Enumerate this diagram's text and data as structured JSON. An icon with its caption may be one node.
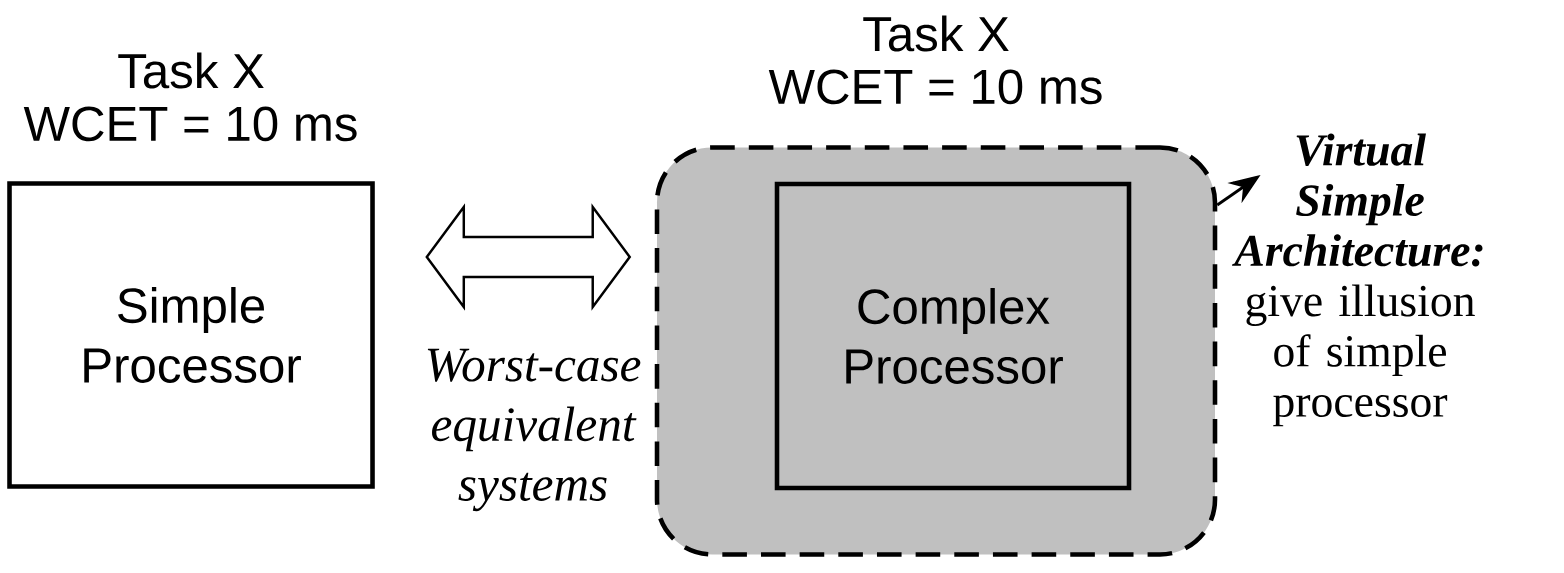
{
  "diagram": {
    "nodes": [
      {
        "text": [
          "Task X",
          "WCET = 10 ms",
          "Simple Processor"
        ]
      },
      {
        "text": [
          "Task X",
          "WCET = 10 ms"
        ]
      },
      {
        "text": [
          "Complex Processor"
        ],
        "in": 1
      },
      {
        "text": [
          "**Virtual Simple Architecture:** give illusion of simple processor"
        ]
      }
    ],
    "edges": [
      {
        "from": 0,
        "to": 1,
        "arrow": "both",
        "label": "*Worst-case equivalent systems*"
      },
      {
        "from": 1,
        "to": 3,
        "arrow": "to"
      }
    ]
  }
}
